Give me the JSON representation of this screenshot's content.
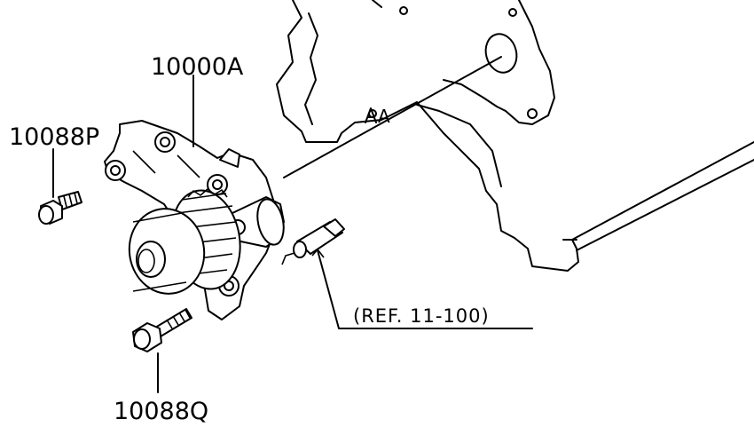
{
  "labels": {
    "pump_part_no": "10000A",
    "bolt_short_part_no": "10088P",
    "bolt_long_part_no": "10088Q",
    "reference": "(REF. 11-100)",
    "cover_mark": "A"
  },
  "colors": {
    "line": "#000000",
    "background": "#ffffff"
  }
}
